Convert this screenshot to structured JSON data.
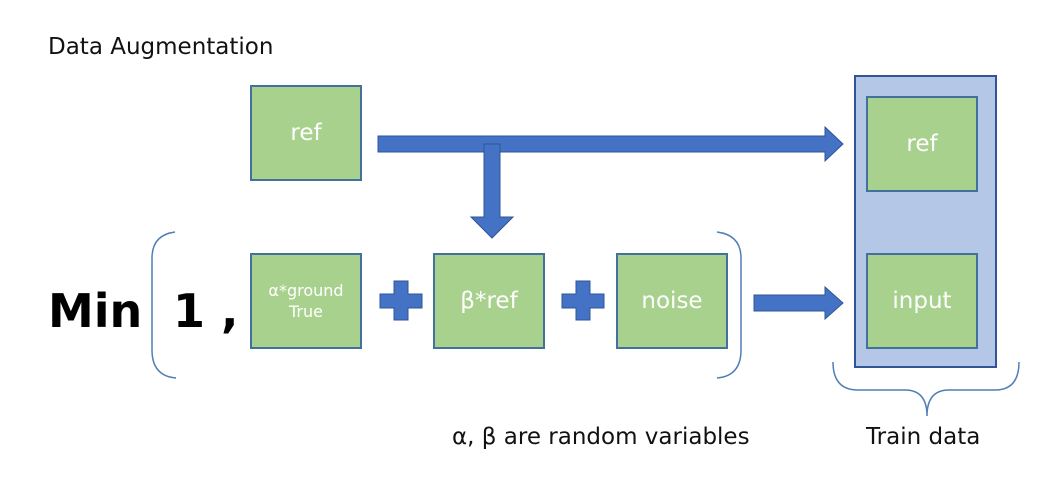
{
  "title": "Data Augmentation",
  "boxes": {
    "ref_source": "ref",
    "alpha_ground_line1": "α*ground",
    "alpha_ground_line2": "True",
    "beta_ref": "β*ref",
    "noise": "noise",
    "train_ref": "ref",
    "train_input": "input"
  },
  "formula": {
    "min_label": "Min",
    "one_label": "1 ,"
  },
  "note": "α, β are random variables",
  "train_data_label": "Train data",
  "colors": {
    "box_fill": "#a9d18e",
    "box_border": "#41719c",
    "arrow": "#4472c4",
    "panel_fill": "#b4c7e7",
    "panel_border": "#2f5597",
    "bracket": "#4f7fb5"
  }
}
